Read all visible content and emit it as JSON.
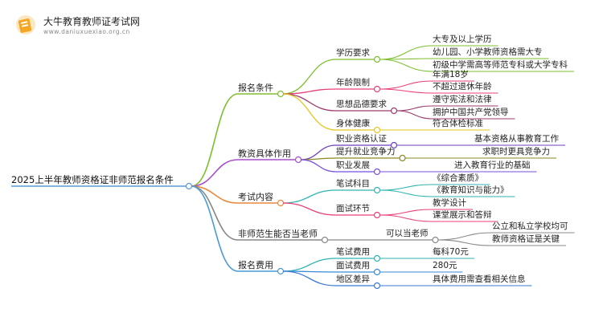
{
  "brand": {
    "title": "大牛教育教师证考试网",
    "url": "www.daniuxuexiao.org.cn",
    "logo_icon": "book-icon",
    "accent": "#f5a623"
  },
  "root": "2025上半年教师资格证非师范报名条件",
  "branches": [
    {
      "label": "报名条件",
      "color": "#7dbf2e",
      "children": [
        {
          "label": "学历要求",
          "color": "#7dbf2e",
          "children": [
            "大专及以上学历",
            "幼儿园、小学教师资格需大专",
            "初级中学需高等师范专科或大学专科"
          ]
        },
        {
          "label": "年龄限制",
          "color": "#e8417a",
          "children": [
            "年满18岁",
            "不超过退休年龄"
          ]
        },
        {
          "label": "思想品德要求",
          "color": "#9b3b6f",
          "children": [
            "遵守宪法和法律",
            "拥护中国共产党领导"
          ]
        },
        {
          "label": "身体健康",
          "color": "#e3c61e",
          "children": [
            "符合体检标准"
          ]
        }
      ]
    },
    {
      "label": "教资具体作用",
      "color": "#a64fc9",
      "children": [
        {
          "label": "职业资格认证",
          "color": "#6a3fbf",
          "children": [
            "基本资格从事教育工作"
          ]
        },
        {
          "label": "提升就业竞争力",
          "color": "#8a8a1e",
          "children": [
            "求职时更具竞争力"
          ]
        },
        {
          "label": "职业发展",
          "color": "#7a4fd9",
          "children": [
            "进入教育行业的基础"
          ]
        }
      ]
    },
    {
      "label": "考试内容",
      "color": "#e8883a",
      "children": [
        {
          "label": "笔试科目",
          "color": "#2fb3b0",
          "children": [
            "《综合素质》",
            "《教育知识与能力》"
          ]
        },
        {
          "label": "面试环节",
          "color": "#e8417a",
          "children": [
            "教学设计",
            "课堂展示和答辩"
          ]
        }
      ]
    },
    {
      "label": "非师范生能否当老师",
      "color": "#888888",
      "children": [
        {
          "label": "可以当老师",
          "color": "#888888",
          "children": [
            "公立和私立学校均可",
            "教师资格证是关键"
          ]
        }
      ]
    },
    {
      "label": "报名费用",
      "color": "#4a9ad6",
      "children": [
        {
          "label": "笔试费用",
          "color": "#2fb3b0",
          "children": [
            "每科70元"
          ]
        },
        {
          "label": "面试费用",
          "color": "#3a8ad6",
          "children": [
            "280元"
          ]
        },
        {
          "label": "地区差异",
          "color": "#3a7ad6",
          "children": [
            "具体费用需查看相关信息"
          ]
        }
      ]
    }
  ]
}
